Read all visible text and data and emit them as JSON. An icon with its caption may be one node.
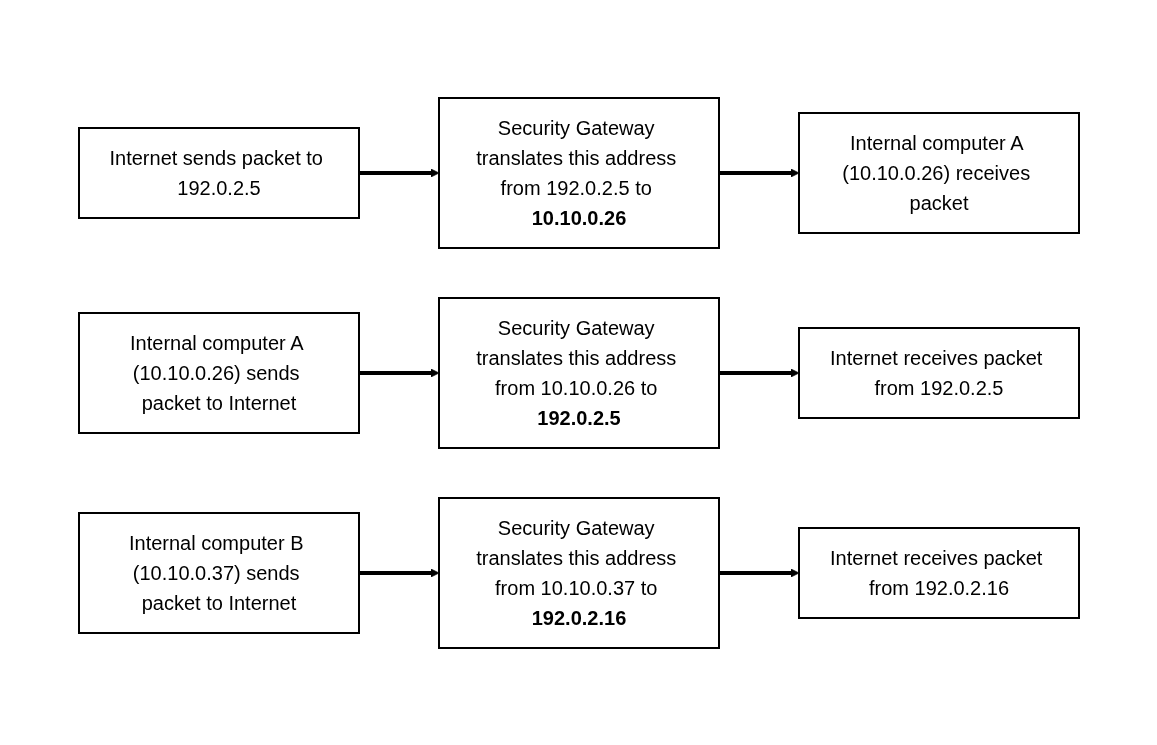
{
  "diagram": {
    "nodes": [
      {
        "text": [
          "Internet sends packet to 192.0.2.5"
        ]
      },
      {
        "text": [
          "Security Gateway translates this address from 192.0.2.5 to **10.10.0.26**"
        ]
      },
      {
        "text": [
          "Internal computer A (10.10.0.26) receives packet"
        ]
      },
      {
        "text": [
          "Internal computer A (10.10.0.26) sends packet to Internet"
        ]
      },
      {
        "text": [
          "Security Gateway translates this address from 10.10.0.26 to **192.0.2.5**"
        ]
      },
      {
        "text": [
          "Internet receives packet from 192.0.2.5"
        ]
      },
      {
        "text": [
          "Internal computer B (10.10.0.37) sends packet to Internet"
        ]
      },
      {
        "text": [
          "Security Gateway translates this address from 10.10.0.37 to **192.0.2.16**"
        ]
      },
      {
        "text": [
          "Internet receives packet from 192.0.2.16"
        ]
      }
    ],
    "edges": [
      {
        "from": 0,
        "to": 1,
        "arrow": "to"
      },
      {
        "from": 1,
        "to": 2,
        "arrow": "to"
      },
      {
        "from": 3,
        "to": 4,
        "arrow": "to"
      },
      {
        "from": 4,
        "to": 5,
        "arrow": "to"
      },
      {
        "from": 6,
        "to": 7,
        "arrow": "to"
      },
      {
        "from": 7,
        "to": 8,
        "arrow": "to"
      }
    ]
  }
}
